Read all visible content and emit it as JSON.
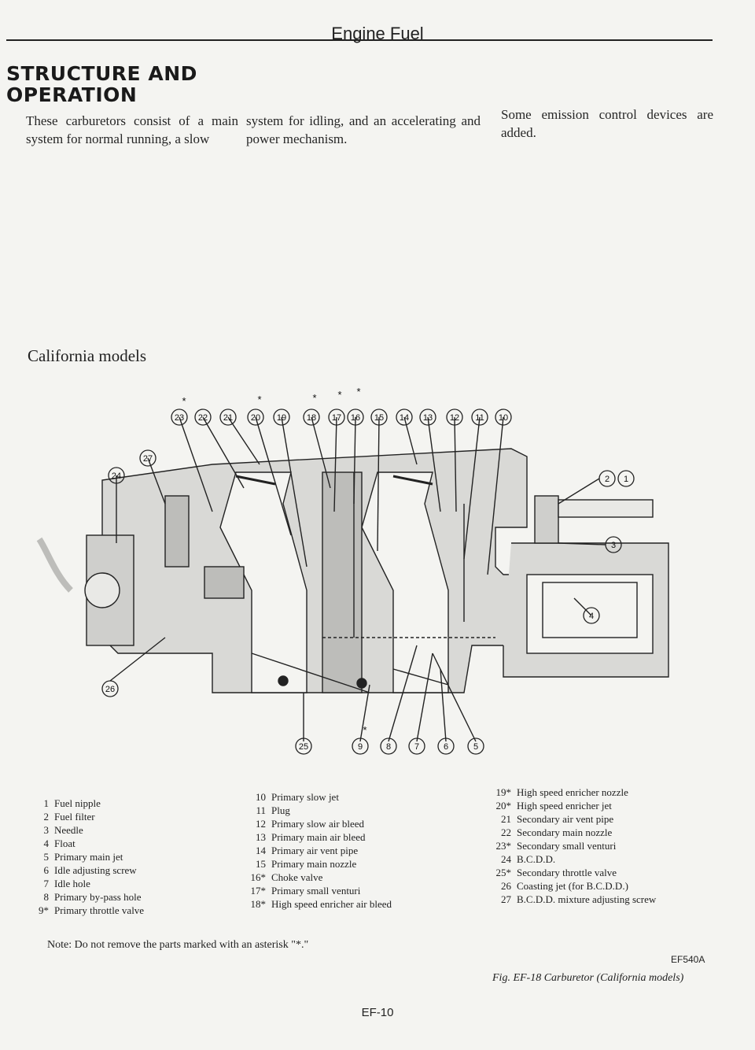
{
  "header": {
    "title": "Engine Fuel",
    "page_number": "EF-10"
  },
  "section": {
    "title_line1": "STRUCTURE AND",
    "title_line2": "OPERATION"
  },
  "intro": {
    "col1": "These carburetors consist of a main system for normal running, a slow",
    "col2": "system for idling, and an accelerating and power mechanism.",
    "col3": "Some emission control devices are added."
  },
  "figure": {
    "subtitle": "California models",
    "callouts_top": [
      "23",
      "22",
      "21",
      "20",
      "19",
      "18",
      "17",
      "16",
      "15",
      "14",
      "13",
      "12",
      "11",
      "10"
    ],
    "callouts_left": [
      "27",
      "24",
      "26"
    ],
    "callouts_right": [
      "2",
      "1",
      "3",
      "4"
    ],
    "callouts_bottom": [
      "25",
      "9",
      "8",
      "7",
      "6",
      "5"
    ],
    "asterisk": "*",
    "code": "EF540A",
    "caption": "Fig. EF-18  Carburetor (California models)"
  },
  "legend": {
    "col1": [
      {
        "num": "1",
        "label": "Fuel nipple"
      },
      {
        "num": "2",
        "label": "Fuel filter"
      },
      {
        "num": "3",
        "label": "Needle"
      },
      {
        "num": "4",
        "label": "Float"
      },
      {
        "num": "5",
        "label": "Primary main jet"
      },
      {
        "num": "6",
        "label": "Idle adjusting screw"
      },
      {
        "num": "7",
        "label": "Idle hole"
      },
      {
        "num": "8",
        "label": "Primary by-pass hole"
      },
      {
        "num": "9*",
        "label": "Primary throttle valve"
      }
    ],
    "col2": [
      {
        "num": "10",
        "label": "Primary slow jet"
      },
      {
        "num": "11",
        "label": "Plug"
      },
      {
        "num": "12",
        "label": "Primary slow air bleed"
      },
      {
        "num": "13",
        "label": "Primary main air bleed"
      },
      {
        "num": "14",
        "label": "Primary air vent pipe"
      },
      {
        "num": "15",
        "label": "Primary main nozzle"
      },
      {
        "num": "16*",
        "label": "Choke valve"
      },
      {
        "num": "17*",
        "label": "Primary small venturi"
      },
      {
        "num": "18*",
        "label": "High speed enricher air bleed"
      }
    ],
    "col3": [
      {
        "num": "19*",
        "label": "High speed enricher nozzle"
      },
      {
        "num": "20*",
        "label": "High speed enricher jet"
      },
      {
        "num": "21",
        "label": "Secondary air vent pipe"
      },
      {
        "num": "22",
        "label": "Secondary main nozzle"
      },
      {
        "num": "23*",
        "label": "Secondary small venturi"
      },
      {
        "num": "24",
        "label": "B.C.D.D."
      },
      {
        "num": "25*",
        "label": "Secondary throttle valve"
      },
      {
        "num": "26",
        "label": "Coasting jet (for B.C.D.D.)"
      },
      {
        "num": "27",
        "label": "B.C.D.D. mixture adjusting screw"
      }
    ]
  },
  "note": "Note:  Do not remove the parts marked with an asterisk \"*.\""
}
